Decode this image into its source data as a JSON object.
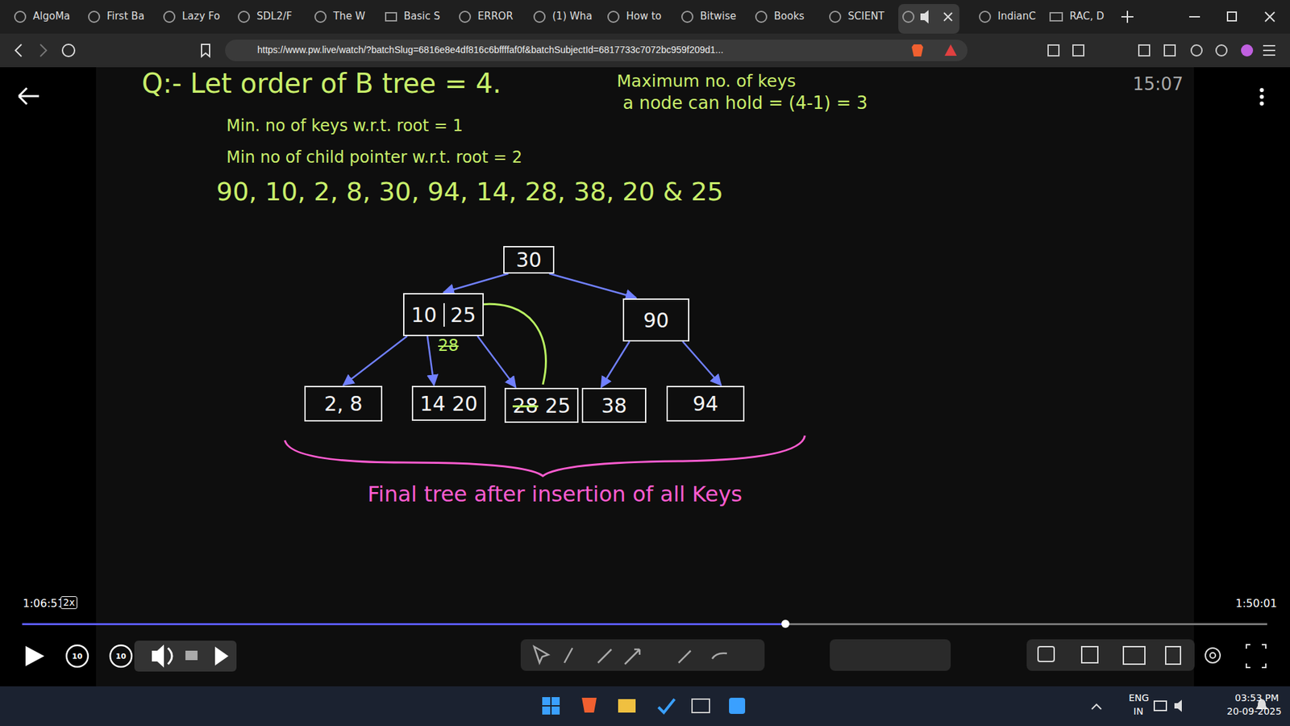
{
  "diagram": {
    "nodes": [
      {
        "text": [
          "30"
        ]
      },
      {
        "text": [
          "10",
          "25"
        ]
      },
      {
        "text": [
          "90"
        ]
      },
      {
        "text": [
          "2, 8"
        ]
      },
      {
        "text": [
          "14 20"
        ]
      },
      {
        "text": [
          "28",
          "25"
        ]
      },
      {
        "text": [
          "38"
        ]
      },
      {
        "text": [
          "94"
        ]
      }
    ],
    "edges": [
      {
        "from": 0,
        "to": 1,
        "arrow": "to"
      },
      {
        "from": 0,
        "to": 2,
        "arrow": "to"
      },
      {
        "from": 1,
        "to": 3,
        "arrow": "to"
      },
      {
        "from": 1,
        "to": 4,
        "arrow": "to"
      },
      {
        "from": 1,
        "to": 5,
        "arrow": "to"
      },
      {
        "from": 2,
        "to": 6,
        "arrow": "to"
      },
      {
        "from": 2,
        "to": 7,
        "arrow": "to"
      }
    ],
    "labels": [
      "AlgoMa",
      "First Ba",
      "Lazy Fo",
      "SDL2/F",
      "The W",
      "Basic S",
      "ERROR",
      "(1) Wha",
      "How to",
      "Bitwise",
      "Books",
      "SCIENT",
      "IndianC",
      "RAC, D",
      "https://www.pw.live/watch/?batchSlug=6816e8e4df816c6bffffaf0f&batchSubjectId=6817733c7072bc959f209d1...",
      "Q:- Let order of B tree = 4.",
      "Maximum no. of keys",
      "a node can hold = (4-1) = 3",
      "Min. no of keys w.r.t. root = 1",
      "Min no of child pointer w.r.t. root = 2",
      "90, 10, 2, 8, 30, 94, 14, 28, 38, 20 & 25",
      "15:07",
      "28",
      "Final tree after insertion of all Keys",
      "1:06:51",
      "2x",
      "1:50:01",
      "10",
      "10",
      "ENG",
      "IN",
      "03:53 PM",
      "20-09-2025"
    ]
  }
}
